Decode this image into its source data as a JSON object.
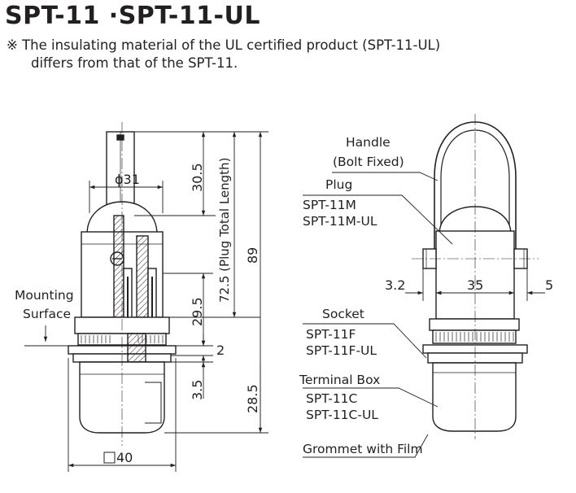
{
  "title": "SPT-11  ·SPT-11-UL",
  "note": {
    "line1": "※ The insulating material of the UL certified product (SPT-11-UL)",
    "line2": "differs from that of the SPT-11."
  },
  "left_view": {
    "dia_label": "ϕ31",
    "dim_30_5": "30.5",
    "dim_plug_total": "72.5 (Plug Total Length)",
    "dim_89": "89",
    "dim_29_5": "29.5",
    "dim_2": "2",
    "dim_3_5": "3.5",
    "dim_28_5": "28.5",
    "square_40": "40",
    "mounting_line1": "Mounting",
    "mounting_line2": "Surface"
  },
  "right_view": {
    "handle": "Handle",
    "handle_sub": "(Bolt Fixed)",
    "plug": "Plug",
    "plug_m": "SPT-11M",
    "plug_m_ul": "SPT-11M-UL",
    "dim_3_2": "3.2",
    "dim_35": "35",
    "dim_5": "5",
    "socket": "Socket",
    "socket_f": "SPT-11F",
    "socket_f_ul": "SPT-11F-UL",
    "terminal_box": "Terminal Box",
    "terminal_c": "SPT-11C",
    "terminal_c_ul": "SPT-11C-UL",
    "grommet": "Grommet with Film"
  }
}
